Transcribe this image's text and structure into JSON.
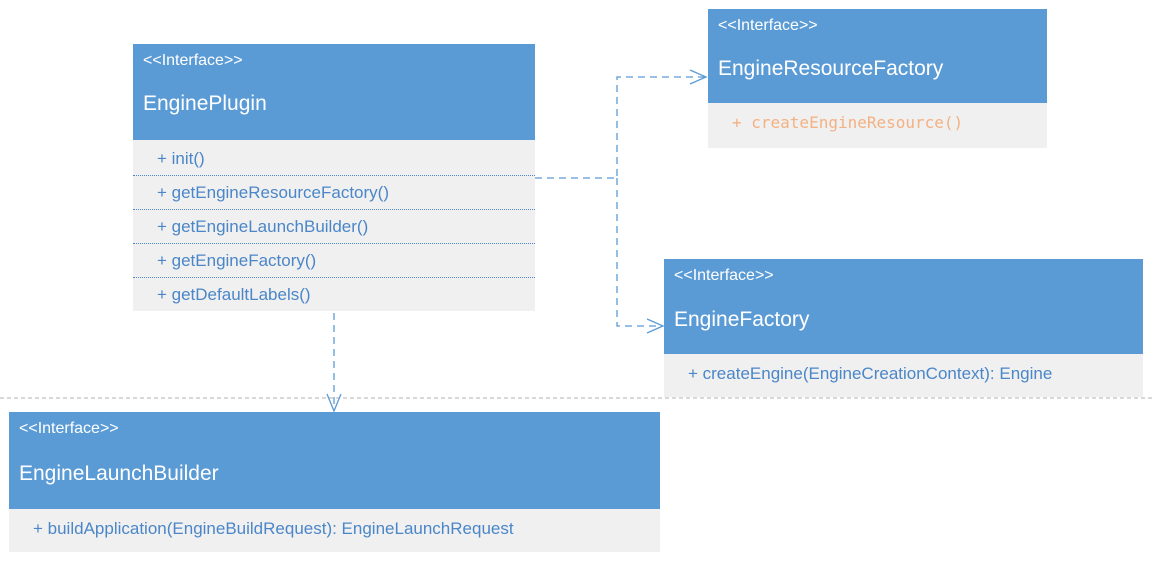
{
  "diagram": {
    "classes": [
      {
        "id": "engine-plugin",
        "stereotype": "<<Interface>>",
        "name": "EnginePlugin",
        "operations": [
          "+ init()",
          "+ getEngineResourceFactory()",
          "+ getEngineLaunchBuilder()",
          "+ getEngineFactory()",
          "+ getDefaultLabels()"
        ]
      },
      {
        "id": "engine-resource-factory",
        "stereotype": "<<Interface>>",
        "name": "EngineResourceFactory",
        "operations": [
          "+ createEngineResource()"
        ]
      },
      {
        "id": "engine-factory",
        "stereotype": "<<Interface>>",
        "name": "EngineFactory",
        "operations": [
          "+ createEngine(EngineCreationContext): Engine"
        ]
      },
      {
        "id": "engine-launch-builder",
        "stereotype": "<<Interface>>",
        "name": "EngineLaunchBuilder",
        "operations": [
          "+ buildApplication(EngineBuildRequest): EngineLaunchRequest"
        ]
      }
    ],
    "relations": [
      {
        "from": "EnginePlugin",
        "to": "EngineResourceFactory",
        "style": "dashed-arrow"
      },
      {
        "from": "EnginePlugin",
        "to": "EngineFactory",
        "style": "dashed-arrow"
      },
      {
        "from": "EnginePlugin",
        "to": "EngineLaunchBuilder",
        "style": "dashed-arrow"
      }
    ],
    "colors": {
      "header": "#5b9bd5",
      "header_text": "#ffffff",
      "body": "#f0f0f0",
      "operation_text": "#4a86c8",
      "highlight_operation_text": "#f4b183",
      "connector": "#5b9bd5"
    }
  }
}
